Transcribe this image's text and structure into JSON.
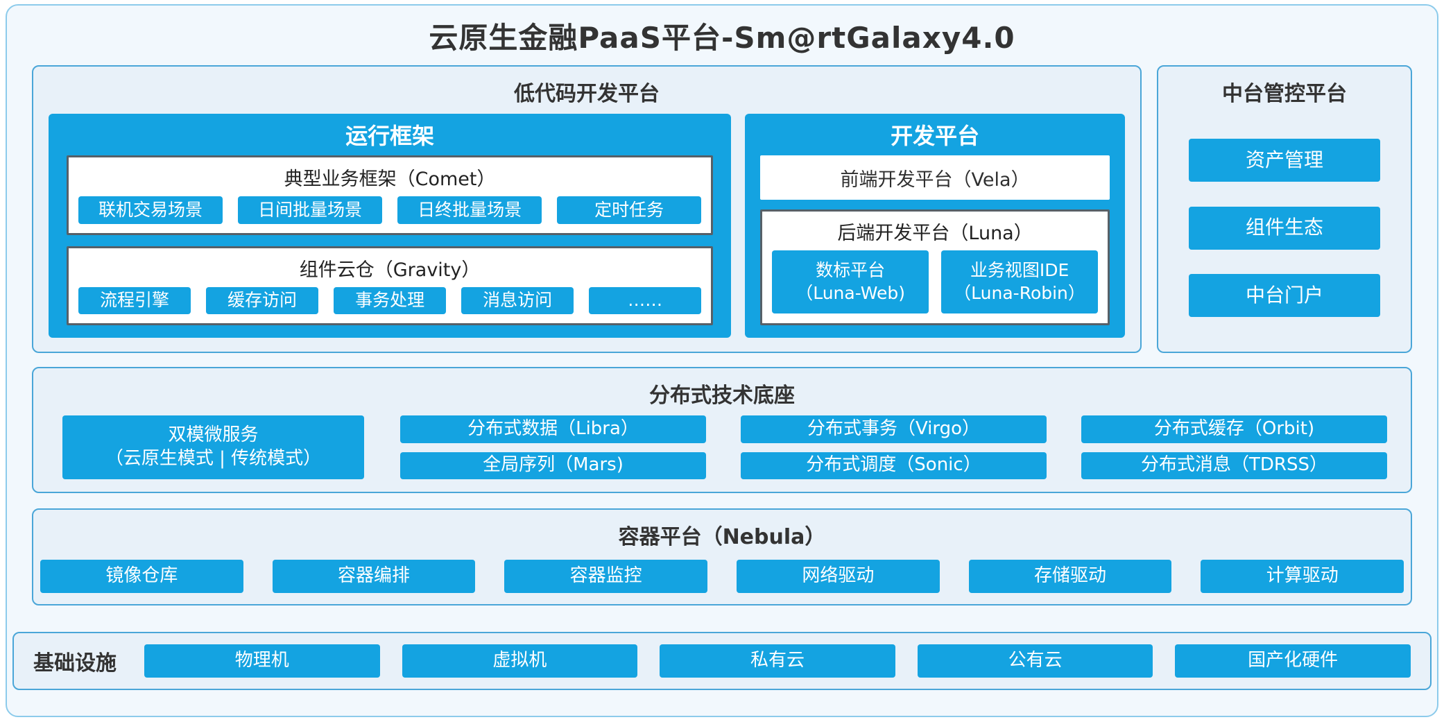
{
  "title": "云原生金融PaaS平台-Sm@rtGalaxy4.0",
  "colors": {
    "accent": "#14a3e1",
    "panel_bg": "#e8f1f9",
    "panel_border": "#4aa6d8",
    "dark_border": "#566068"
  },
  "lowcode": {
    "title": "低代码开发平台",
    "runtime": {
      "title": "运行框架",
      "comet": {
        "title": "典型业务框架（Comet）",
        "items": [
          "联机交易场景",
          "日间批量场景",
          "日终批量场景",
          "定时任务"
        ]
      },
      "gravity": {
        "title": "组件云仓（Gravity）",
        "items": [
          "流程引擎",
          "缓存访问",
          "事务处理",
          "消息访问",
          "……"
        ]
      }
    },
    "dev": {
      "title": "开发平台",
      "vela": "前端开发平台（Vela）",
      "luna": {
        "title": "后端开发平台（Luna）",
        "items": [
          {
            "line1": "数标平台",
            "line2": "（Luna-Web)"
          },
          {
            "line1": "业务视图IDE",
            "line2": "（Luna-Robin）"
          }
        ]
      }
    }
  },
  "midplatform": {
    "title": "中台管控平台",
    "items": [
      "资产管理",
      "组件生态",
      "中台门户"
    ]
  },
  "distributed": {
    "title": "分布式技术底座",
    "dual_service": {
      "line1": "双模微服务",
      "line2": "（云原生模式 | 传统模式）"
    },
    "grid": [
      [
        "分布式数据（Libra）",
        "分布式事务（Virgo）",
        "分布式缓存（Orbit)"
      ],
      [
        "全局序列（Mars)",
        "分布式调度（Sonic）",
        "分布式消息（TDRSS）"
      ]
    ]
  },
  "container_platform": {
    "title": "容器平台（Nebula）",
    "items": [
      "镜像仓库",
      "容器编排",
      "容器监控",
      "网络驱动",
      "存储驱动",
      "计算驱动"
    ]
  },
  "infrastructure": {
    "title": "基础设施",
    "items": [
      "物理机",
      "虚拟机",
      "私有云",
      "公有云",
      "国产化硬件"
    ]
  }
}
